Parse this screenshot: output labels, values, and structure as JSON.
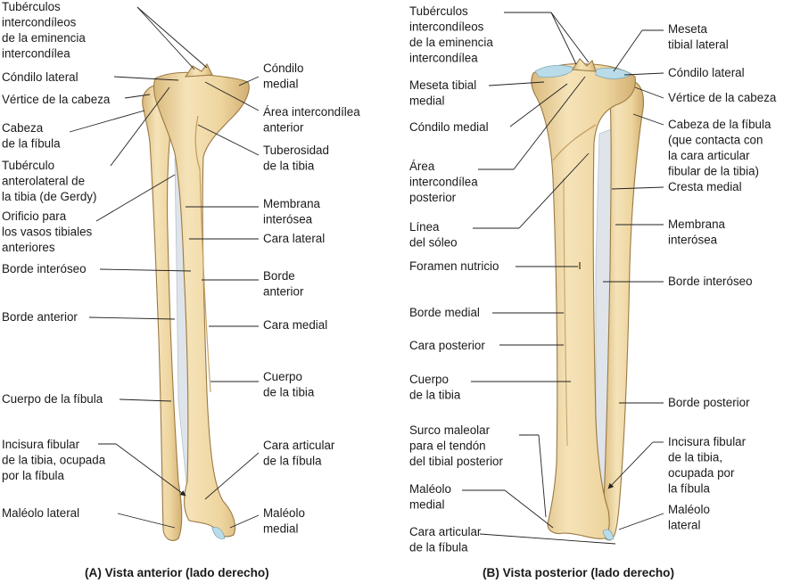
{
  "views": {
    "anterior": {
      "caption": "(A) Vista anterior (lado derecho)",
      "labels": {
        "tuberculos": [
          "Tubérculos",
          "intercondíleos",
          "de la eminencia",
          "intercondílea"
        ],
        "condilo_lateral": [
          "Cóndilo lateral"
        ],
        "vertice_cabeza": [
          "Vértice de la cabeza"
        ],
        "cabeza_fibula": [
          "Cabeza",
          "de la fíbula"
        ],
        "tuberculo_gerdy": [
          "Tubérculo",
          "anterolateral de",
          "la tibia (de Gerdy)"
        ],
        "orificio_vasos": [
          "Orificio para",
          "los vasos tibiales",
          "anteriores"
        ],
        "borde_interoseo": [
          "Borde interóseo"
        ],
        "borde_anterior_fibula": [
          "Borde anterior"
        ],
        "cuerpo_fibula": [
          "Cuerpo de la fíbula"
        ],
        "incisura_fibular": [
          "Incisura fibular",
          "de la tibia, ocupada",
          "por la fíbula"
        ],
        "maleolo_lateral": [
          "Maléolo lateral"
        ],
        "condilo_medial": [
          "Cóndilo",
          "medial"
        ],
        "area_intercondilea": [
          "Área intercondílea",
          "anterior"
        ],
        "tuberosidad": [
          "Tuberosidad",
          "de la tibia"
        ],
        "membrana": [
          "Membrana",
          "interósea"
        ],
        "cara_lateral": [
          "Cara lateral"
        ],
        "borde_anterior_tibia": [
          "Borde",
          "anterior"
        ],
        "cara_medial": [
          "Cara medial"
        ],
        "cuerpo_tibia": [
          "Cuerpo",
          "de la tibia"
        ],
        "cara_articular": [
          "Cara articular",
          "de la fíbula"
        ],
        "maleolo_medial": [
          "Maléolo",
          "medial"
        ]
      }
    },
    "posterior": {
      "caption": "(B) Vista posterior (lado derecho)",
      "labels": {
        "tuberculos": [
          "Tubérculos",
          "intercondíleos",
          "de la eminencia",
          "intercondílea"
        ],
        "meseta_medial": [
          "Meseta tibial",
          "medial"
        ],
        "condilo_medial": [
          "Cóndilo medial"
        ],
        "area_posterior": [
          "Área",
          "intercondílea",
          "posterior"
        ],
        "linea_soleo": [
          "Línea",
          "del sóleo"
        ],
        "foramen": [
          "Foramen nutricio"
        ],
        "borde_medial": [
          "Borde medial"
        ],
        "cara_posterior": [
          "Cara posterior"
        ],
        "cuerpo_tibia": [
          "Cuerpo",
          "de la tibia"
        ],
        "surco_maleolar": [
          "Surco maleolar",
          "para el tendón",
          "del tibial posterior"
        ],
        "maleolo_medial": [
          "Maléolo",
          "medial"
        ],
        "cara_articular": [
          "Cara articular",
          "de la fíbula"
        ],
        "meseta_lateral": [
          "Meseta",
          "tibial lateral"
        ],
        "condilo_lateral": [
          "Cóndilo lateral"
        ],
        "vertice_cabeza": [
          "Vértice de la cabeza"
        ],
        "cabeza_fibula": [
          "Cabeza de la fíbula",
          "(que contacta con",
          "la cara articular",
          "fibular de la tibia)"
        ],
        "cresta_medial": [
          "Cresta medial"
        ],
        "membrana": [
          "Membrana",
          "interósea"
        ],
        "borde_interoseo": [
          "Borde interóseo"
        ],
        "borde_posterior": [
          "Borde posterior"
        ],
        "incisura_fibular": [
          "Incisura fibular",
          "de la tibia,",
          "ocupada por",
          "la fíbula"
        ],
        "maleolo_lateral": [
          "Maléolo",
          "lateral"
        ]
      }
    }
  },
  "colors": {
    "bone_light": "#f5e3b8",
    "bone_mid": "#ecd19a",
    "bone_dark": "#d7b679",
    "cartilage": "#b9dce8",
    "membrane": "#dfe4ea"
  }
}
